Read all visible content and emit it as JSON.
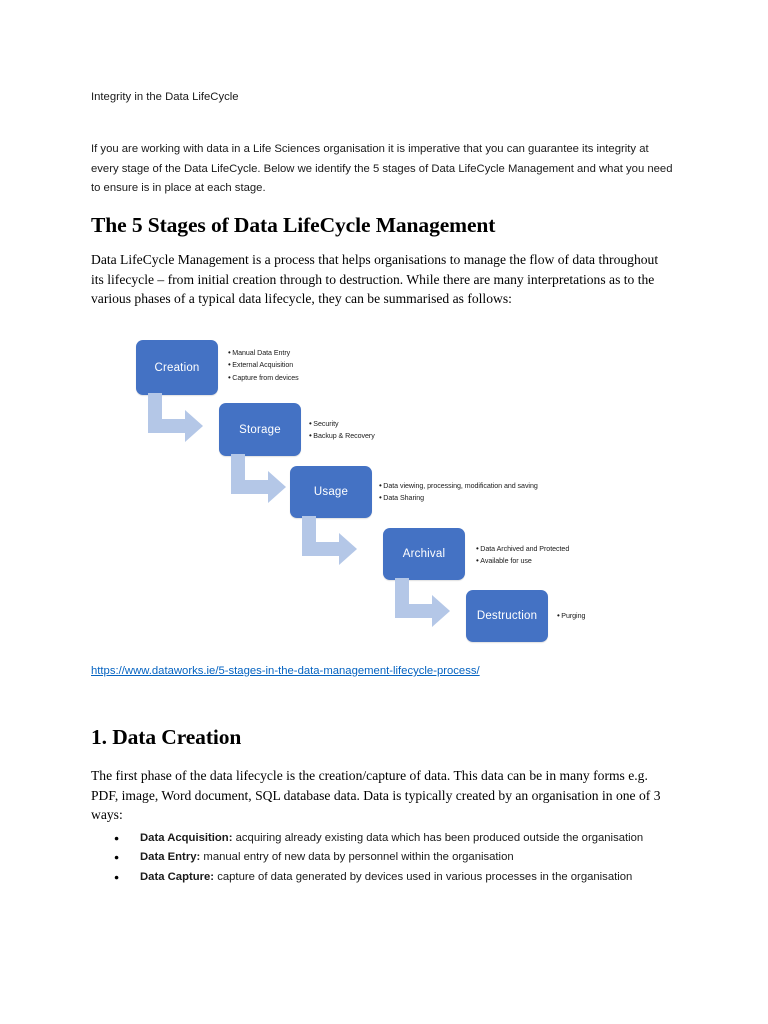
{
  "document": {
    "title": "Integrity in the Data LifeCycle",
    "intro": "If you are working with data in a Life Sciences organisation it is imperative that you can guarantee its integrity at every stage of the Data LifeCycle.  Below we identify the 5 stages of Data LifeCycle Management and what you need to ensure is in place at each stage.",
    "heading_stages": "The 5 Stages of Data LifeCycle Management",
    "stages_paragraph": "Data LifeCycle Management is a process that helps organisations to manage the flow of data throughout its lifecycle – from initial creation through to destruction. While there are many interpretations as to the various phases of a typical data lifecycle, they can be summarised as follows:",
    "source_link": "https://www.dataworks.ie/5-stages-in-the-data-management-lifecycle-process/",
    "heading_creation": "1. Data Creation",
    "creation_paragraph": "The first phase of the data lifecycle is the creation/capture of data. This data can be in many forms e.g. PDF, image, Word document, SQL database data.  Data is typically created by an organisation in one of 3 ways:",
    "creation_bullets": [
      {
        "lead": "Data Acquisition:",
        "text": " acquiring already existing data which has been produced outside the organisation"
      },
      {
        "lead": "Data Entry:",
        "text": " manual entry of new data by personnel within the organisation"
      },
      {
        "lead": "Data Capture:",
        "text": " capture of data generated by devices used in various processes in the organisation"
      }
    ]
  },
  "diagram": {
    "box_color": "#4472C4",
    "arrow_color": "#B4C7E7",
    "label_color": "#FFFFFF",
    "stages": [
      {
        "name": "Creation",
        "bullets": [
          "Manual Data Entry",
          "External Acquisition",
          "Capture from devices"
        ]
      },
      {
        "name": "Storage",
        "bullets": [
          "Security",
          "Backup & Recovery"
        ]
      },
      {
        "name": "Usage",
        "bullets": [
          "Data viewing, processing, modification and saving",
          "Data Sharing"
        ]
      },
      {
        "name": "Archival",
        "bullets": [
          "Data Archived and Protected",
          "Available for use"
        ]
      },
      {
        "name": "Destruction",
        "bullets": [
          "Purging"
        ]
      }
    ]
  }
}
